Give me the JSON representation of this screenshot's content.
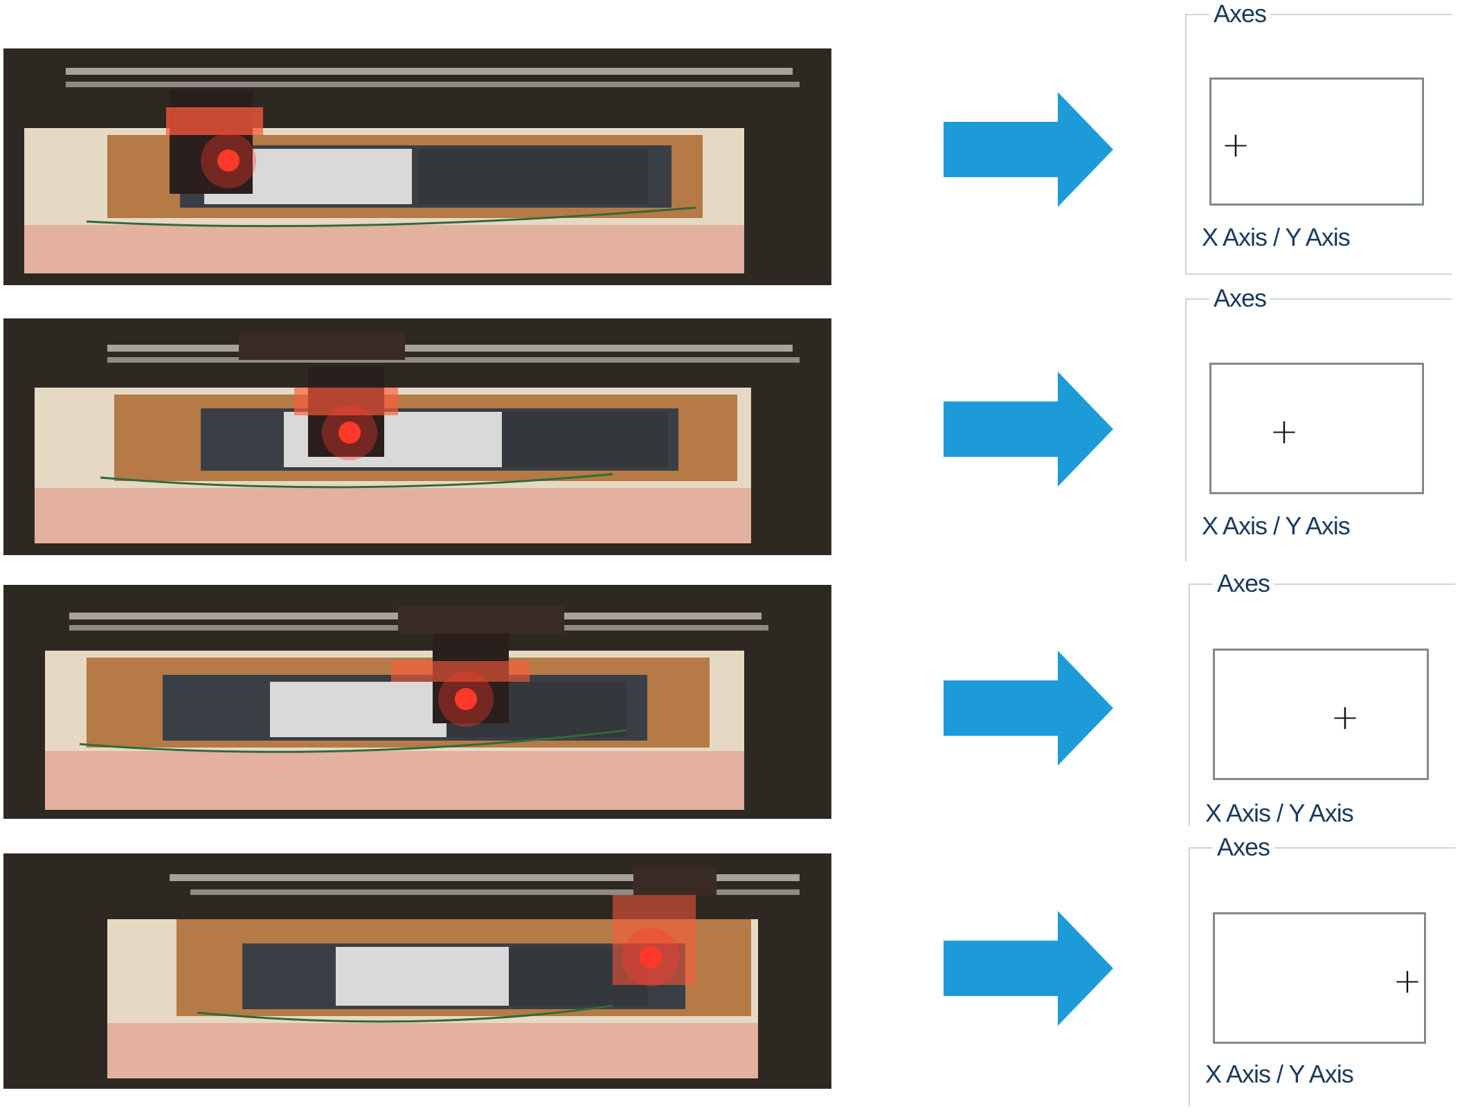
{
  "panels": [
    {
      "legend": "Axes",
      "axis_label": "X Axis / Y Axis"
    },
    {
      "legend": "Axes",
      "axis_label": "X Axis / Y Axis"
    },
    {
      "legend": "Axes",
      "axis_label": "X Axis / Y Axis"
    },
    {
      "legend": "Axes",
      "axis_label": "X Axis / Y Axis"
    }
  ],
  "marker_glyph": "+",
  "colors": {
    "arrow": "#1d9bd8",
    "laser": "#ff3a2a",
    "frame": "#c9d6e3",
    "box_border": "#7f8890"
  },
  "icons": [
    "breadboard-photo",
    "right-arrow-icon",
    "crosshair-marker-icon"
  ]
}
